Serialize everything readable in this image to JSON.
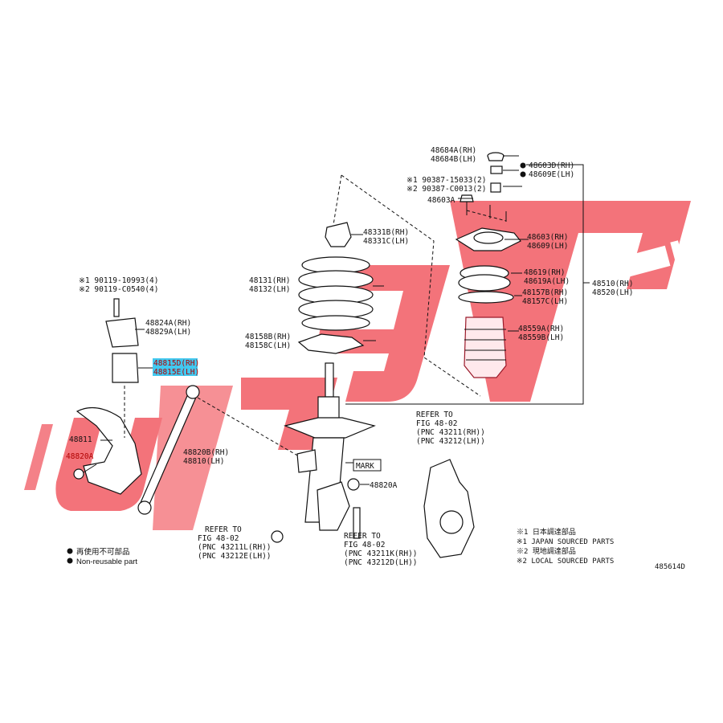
{
  "watermark": {
    "color": "#f04a55"
  },
  "labels": {
    "p48684": [
      "48684A(RH)",
      "48684B(LH)"
    ],
    "p48603d": [
      "48603D(RH)",
      "48609E(LH)"
    ],
    "p90387": [
      "※1 90387-15033(2)",
      "※2 90387-C0013(2)"
    ],
    "p48603a": "48603A",
    "p48331": [
      "48331B(RH)",
      "48331C(LH)"
    ],
    "p48603": [
      "48603(RH)",
      "48609(LH)"
    ],
    "p48131": [
      "48131(RH)",
      "48132(LH)"
    ],
    "p48619": [
      "48619(RH)",
      "48619A(LH)"
    ],
    "p48157": [
      "48157B(RH)",
      "48157C(LH)"
    ],
    "p48510": [
      "48510(RH)",
      "48520(LH)"
    ],
    "p48559": [
      "48559A(RH)",
      "48559B(LH)"
    ],
    "p48158": [
      "48158B(RH)",
      "48158C(LH)"
    ],
    "p90119": [
      "※1 90119-10993(4)",
      "※2 90119-C0540(4)"
    ],
    "p48824": [
      "48824A(RH)",
      "48829A(LH)"
    ],
    "p48815": [
      "48815D(RH)",
      "48815E(LH)"
    ],
    "p48811": "48811",
    "p48820a_left": "48820A",
    "p48820b": [
      "48820B(RH)",
      "48810(LH)"
    ],
    "mark": "MARK",
    "p48820a_right": "48820A",
    "refer_top": [
      "REFER TO",
      "FIG 48-02",
      "(PNC 43211(RH))",
      "(PNC 43212(LH))"
    ],
    "refer_left": [
      "REFER TO",
      "FIG 48-02",
      "(PNC 43211L(RH))",
      "(PNC 43212E(LH))"
    ],
    "refer_mid": [
      "REFER TO",
      "FIG 48-02",
      "(PNC 43211K(RH))",
      "(PNC 43212D(LH))"
    ],
    "legend": [
      "再使用不可部品",
      "Non-reusable part"
    ],
    "sourcing": [
      "※1 日本調達部品",
      "※1 JAPAN SOURCED PARTS",
      "※2 現地調達部品",
      "※2 LOCAL SOURCED PARTS"
    ],
    "figure_code": "485614D"
  },
  "colors": {
    "highlight": "#41c9f0",
    "red_label": "#b00000"
  }
}
